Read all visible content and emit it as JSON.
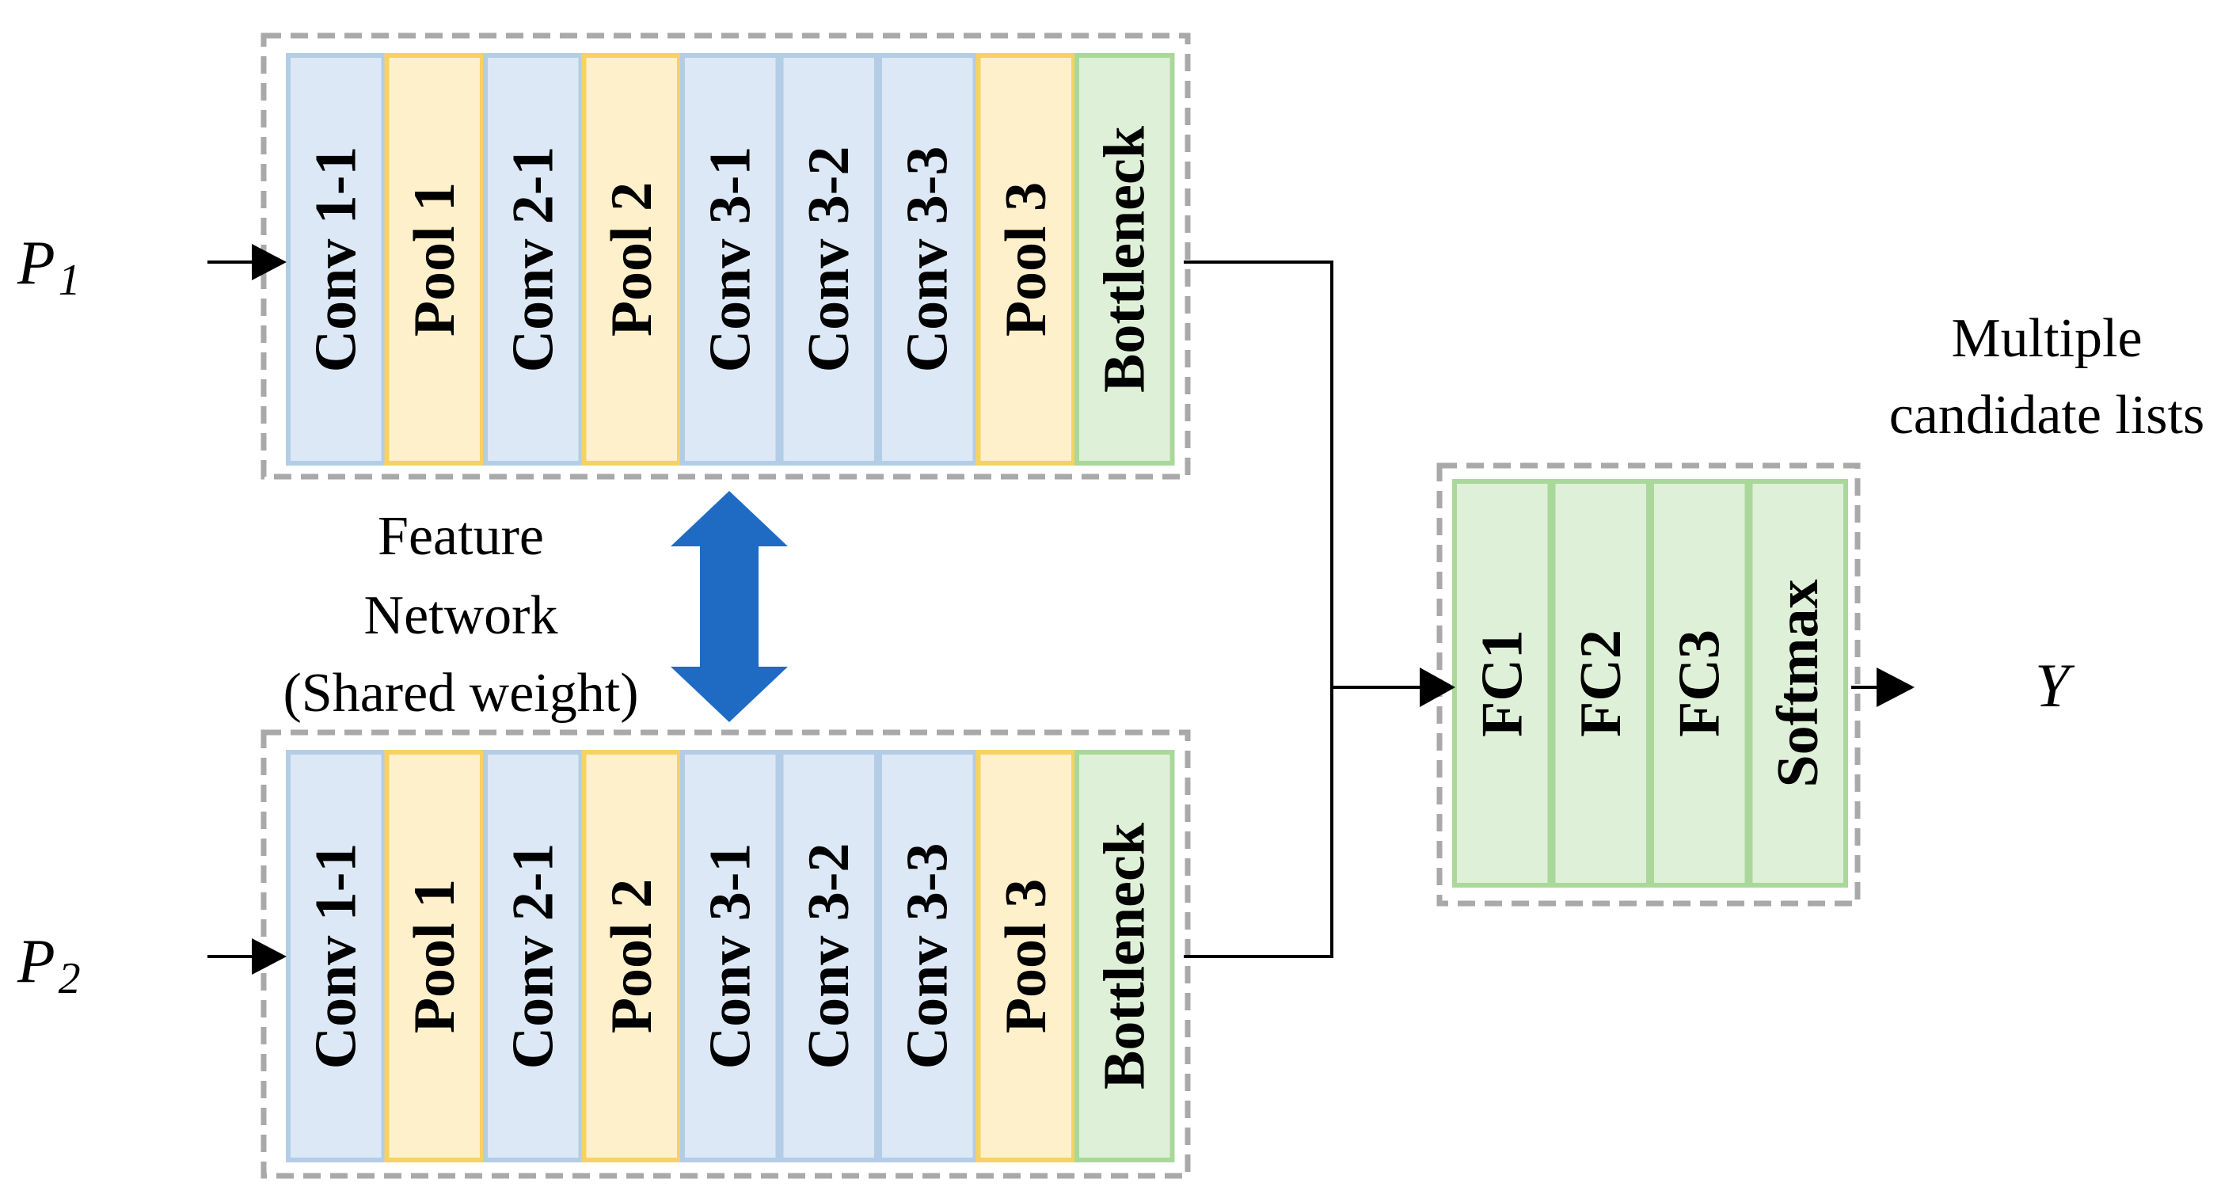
{
  "inputs": [
    {
      "label": "P",
      "subscript": "1"
    },
    {
      "label": "P",
      "subscript": "2"
    }
  ],
  "output": {
    "label": "Y"
  },
  "feature_network": {
    "layers": [
      {
        "label": "Conv 1-1",
        "kind": "conv"
      },
      {
        "label": "Pool 1",
        "kind": "pool"
      },
      {
        "label": "Conv 2-1",
        "kind": "conv"
      },
      {
        "label": "Pool 2",
        "kind": "pool"
      },
      {
        "label": "Conv 3-1",
        "kind": "conv"
      },
      {
        "label": "Conv 3-2",
        "kind": "conv"
      },
      {
        "label": "Conv 3-3",
        "kind": "conv"
      },
      {
        "label": "Pool 3",
        "kind": "pool"
      },
      {
        "label": "Bottleneck",
        "kind": "dense"
      }
    ],
    "caption_lines": [
      "Feature",
      "Network",
      "(Shared weight)"
    ]
  },
  "classifier": {
    "layers": [
      {
        "label": "FC1",
        "kind": "dense"
      },
      {
        "label": "FC2",
        "kind": "dense"
      },
      {
        "label": "FC3",
        "kind": "dense"
      },
      {
        "label": "Softmax",
        "kind": "dense"
      }
    ]
  },
  "output_caption_lines": [
    "Multiple",
    "candidate lists"
  ],
  "colors": {
    "conv_fill": "#dce8f5",
    "conv_stroke": "#b3cde6",
    "pool_fill": "#fff0cc",
    "pool_stroke": "#f5d262",
    "dense_fill": "#dff0d8",
    "dense_stroke": "#a9d89a",
    "shared_arrow": "#1f6bc4",
    "dash_border": "#a9a9a9",
    "line": "#000000"
  }
}
